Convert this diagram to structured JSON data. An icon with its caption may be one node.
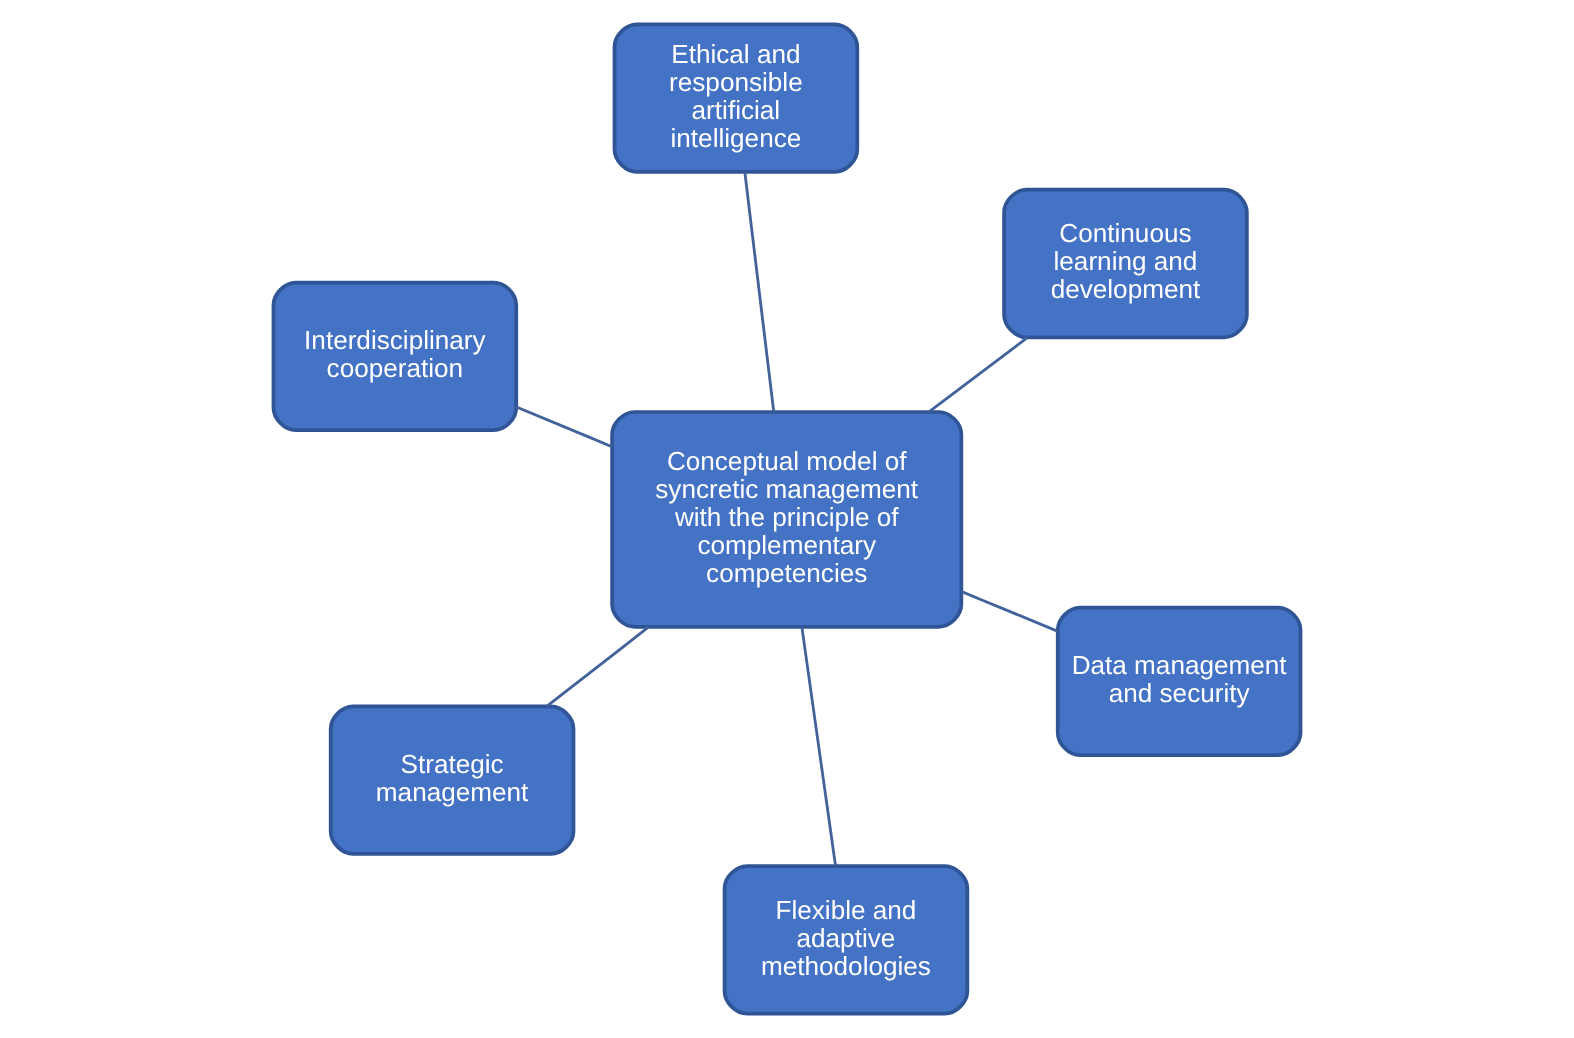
{
  "diagram": {
    "nodes": [
      {
        "text": [
          "Interdisciplinary cooperation"
        ]
      },
      {
        "text": [
          "Data management and security"
        ]
      },
      {
        "text": [
          "Flexible and adaptive methodologies"
        ]
      },
      {
        "text": [
          "Conceptual model of syncretic management with the principle of complementary competencies"
        ]
      },
      {
        "text": [
          "Continuous learning and development"
        ]
      },
      {
        "text": [
          "Ethical and responsible artificial intelligence"
        ]
      },
      {
        "text": [
          "Strategic management"
        ]
      }
    ],
    "edges": [
      {
        "from": 3,
        "to": 0,
        "arrow": "none"
      },
      {
        "from": 3,
        "to": 1,
        "arrow": "none"
      },
      {
        "from": 3,
        "to": 2,
        "arrow": "none"
      },
      {
        "from": 3,
        "to": 4,
        "arrow": "none"
      },
      {
        "from": 3,
        "to": 5,
        "arrow": "none"
      },
      {
        "from": 3,
        "to": 6,
        "arrow": "none"
      }
    ]
  }
}
